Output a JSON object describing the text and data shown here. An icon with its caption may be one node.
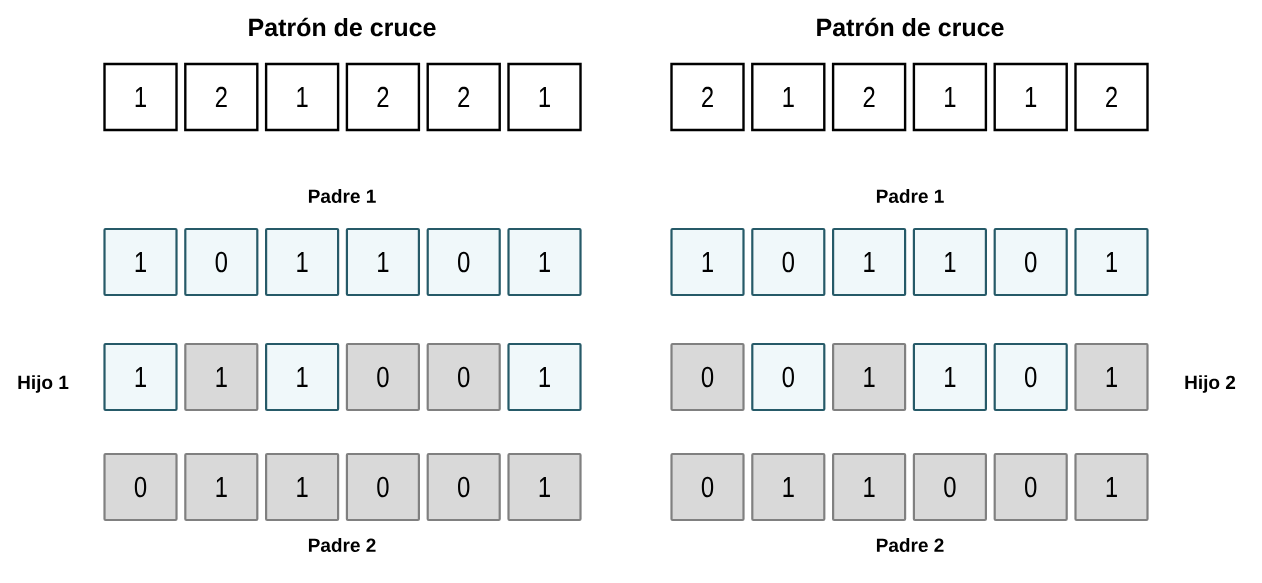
{
  "diagram": {
    "nodes": [
      {
        "text": [
          "1"
        ]
      },
      {
        "text": [
          "2"
        ]
      },
      {
        "text": [
          "1"
        ]
      },
      {
        "text": [
          "2"
        ]
      },
      {
        "text": [
          "2"
        ]
      },
      {
        "text": [
          "1"
        ]
      },
      {
        "text": [
          "2"
        ]
      },
      {
        "text": [
          "1"
        ]
      },
      {
        "text": [
          "2"
        ]
      },
      {
        "text": [
          "1"
        ]
      },
      {
        "text": [
          "1"
        ]
      },
      {
        "text": [
          "2"
        ]
      },
      {
        "text": [
          "1"
        ]
      },
      {
        "text": [
          "0"
        ]
      },
      {
        "text": [
          "1"
        ]
      },
      {
        "text": [
          "1"
        ]
      },
      {
        "text": [
          "0"
        ]
      },
      {
        "text": [
          "1"
        ]
      },
      {
        "text": [
          "1"
        ]
      },
      {
        "text": [
          "0"
        ]
      },
      {
        "text": [
          "1"
        ]
      },
      {
        "text": [
          "1"
        ]
      },
      {
        "text": [
          "0"
        ]
      },
      {
        "text": [
          "1"
        ]
      },
      {
        "text": [
          "1"
        ]
      },
      {
        "text": [
          "1"
        ]
      },
      {
        "text": [
          "1"
        ]
      },
      {
        "text": [
          "0"
        ]
      },
      {
        "text": [
          "0"
        ]
      },
      {
        "text": [
          "1"
        ]
      },
      {
        "text": [
          "0"
        ]
      },
      {
        "text": [
          "0"
        ]
      },
      {
        "text": [
          "1"
        ]
      },
      {
        "text": [
          "1"
        ]
      },
      {
        "text": [
          "0"
        ]
      },
      {
        "text": [
          "1"
        ]
      },
      {
        "text": [
          "0"
        ]
      },
      {
        "text": [
          "1"
        ]
      },
      {
        "text": [
          "1"
        ]
      },
      {
        "text": [
          "0"
        ]
      },
      {
        "text": [
          "0"
        ]
      },
      {
        "text": [
          "1"
        ]
      },
      {
        "text": [
          "0"
        ]
      },
      {
        "text": [
          "1"
        ]
      },
      {
        "text": [
          "1"
        ]
      },
      {
        "text": [
          "0"
        ]
      },
      {
        "text": [
          "0"
        ]
      },
      {
        "text": [
          "1"
        ]
      }
    ],
    "labels": [
      "Patrón de cruce",
      "Patrón de cruce",
      "Padre 1",
      "Padre 1",
      "Hijo 1",
      "Hijo 2",
      "Padre 2",
      "Padre 2"
    ]
  }
}
